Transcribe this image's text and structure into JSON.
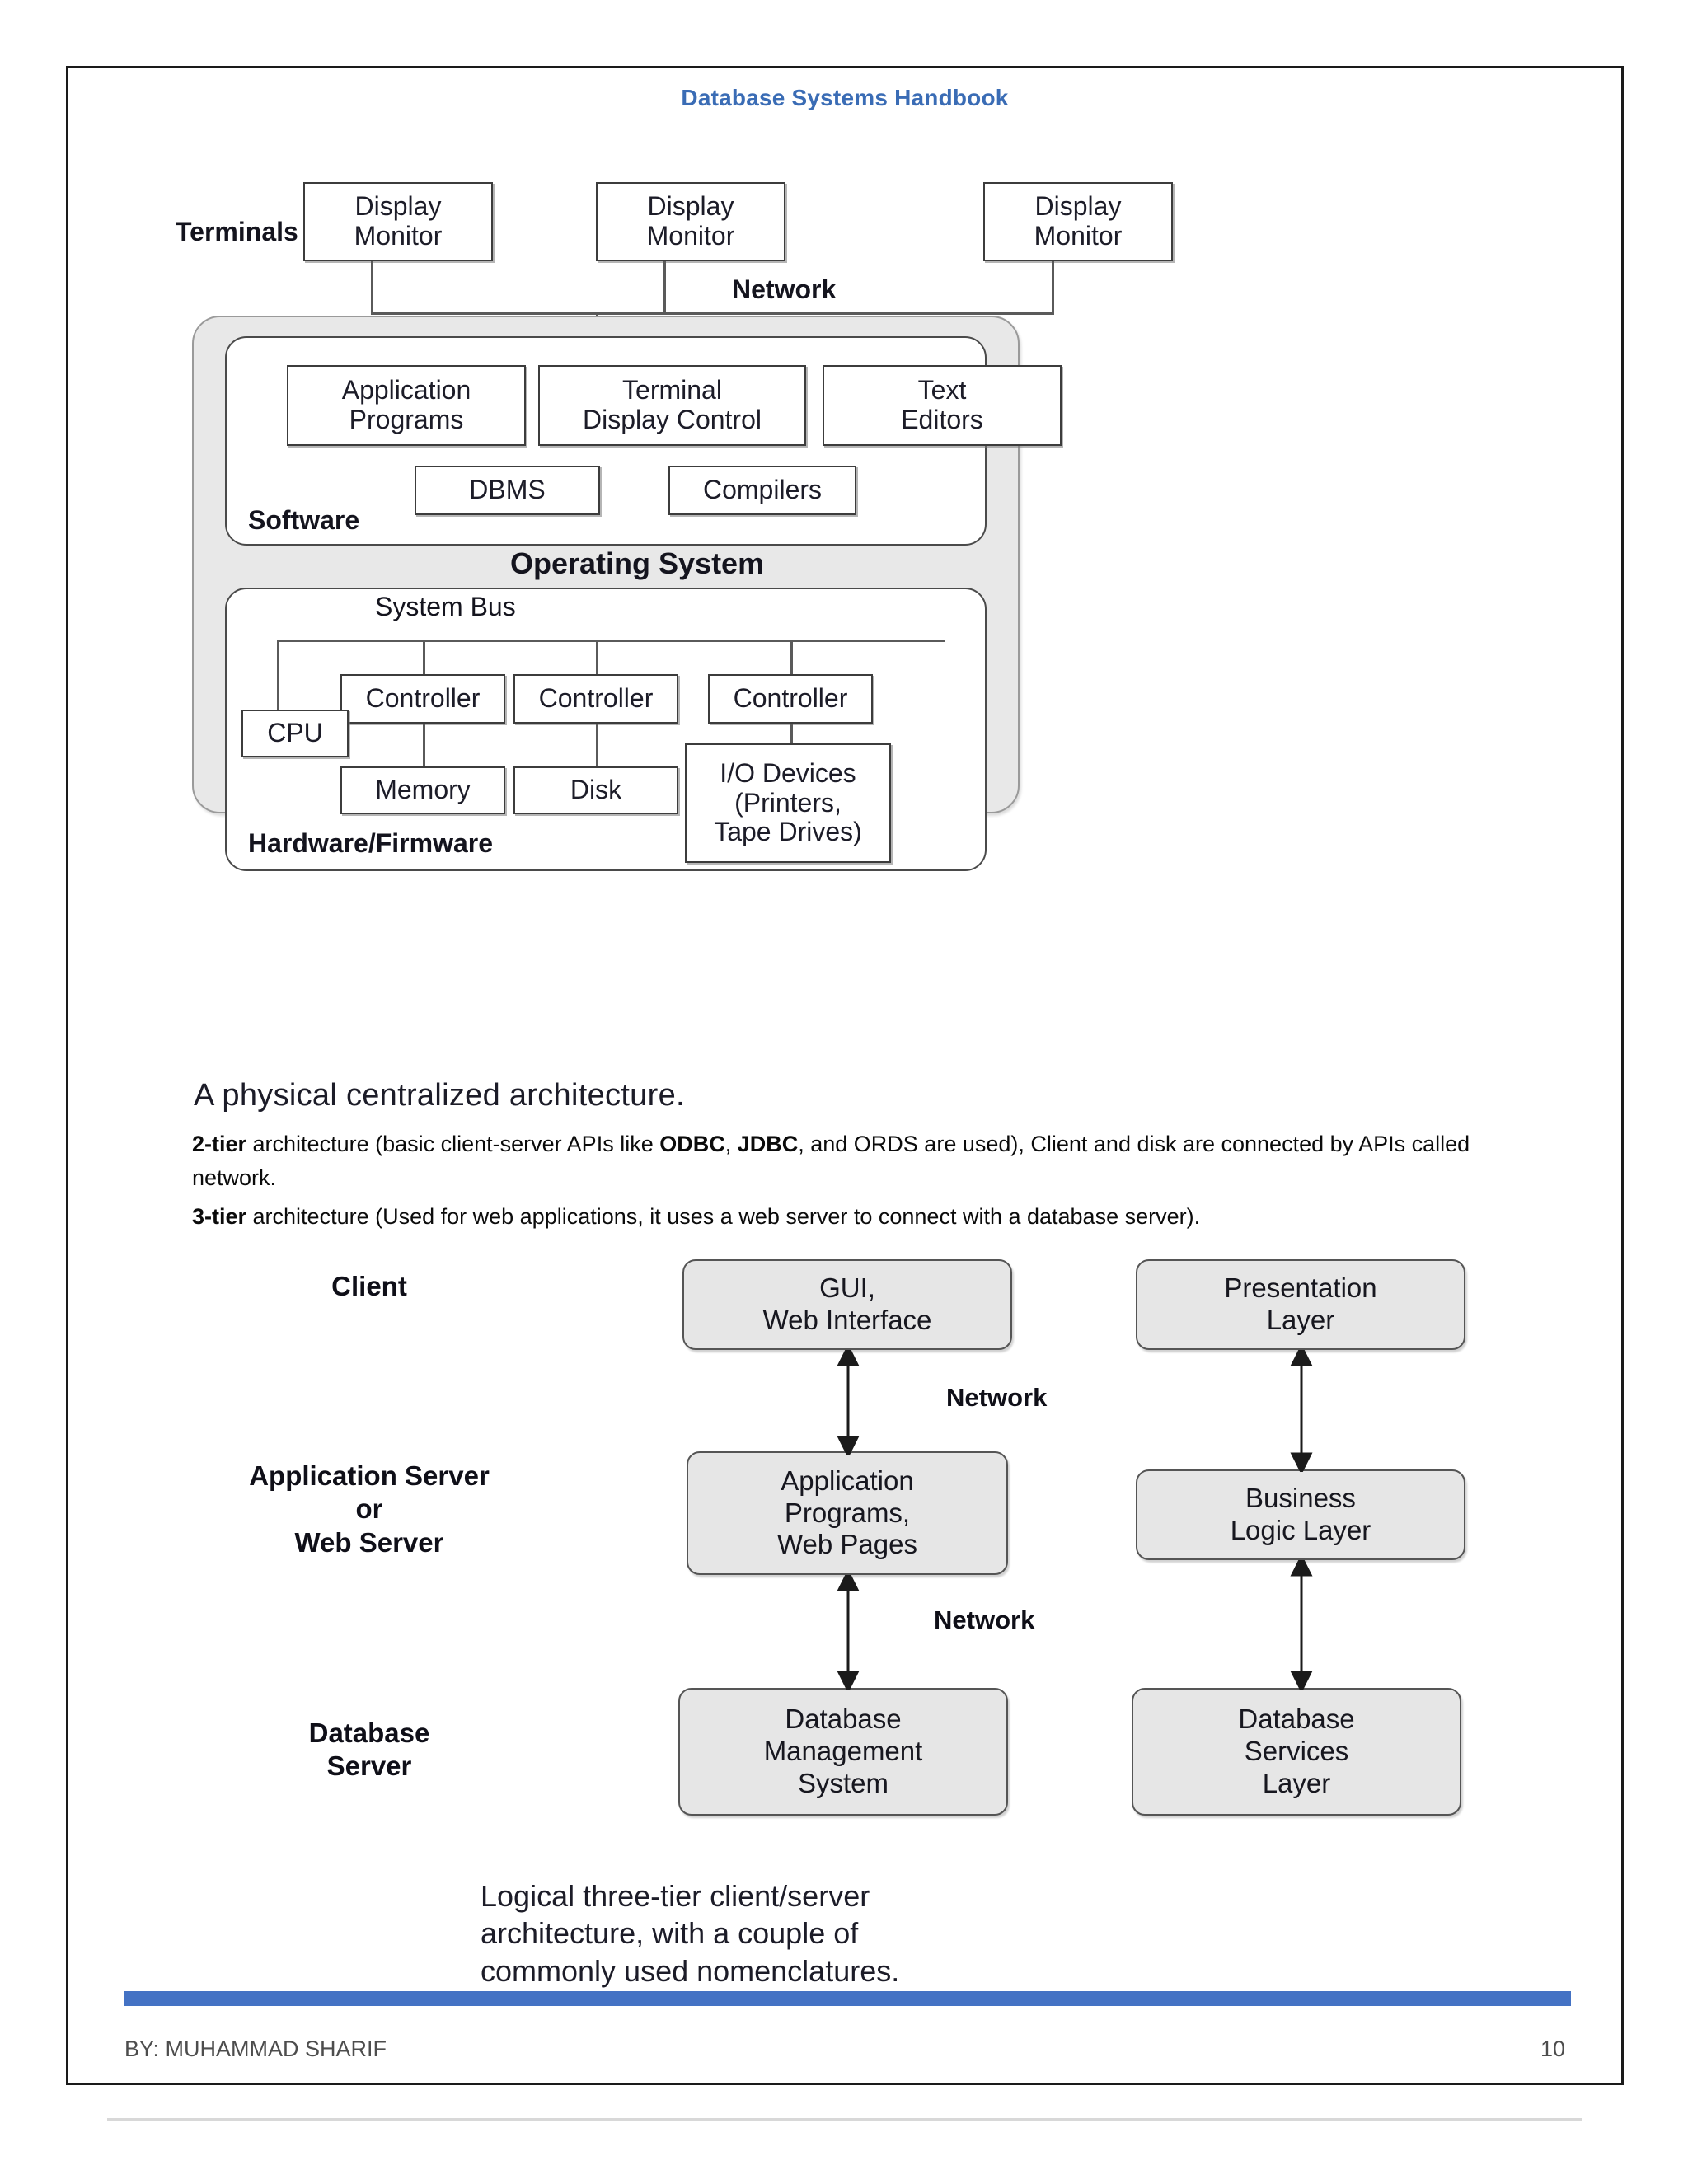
{
  "header": {
    "title": "Database Systems Handbook"
  },
  "figure_centralized": {
    "caption": "A physical centralized architecture.",
    "labels": {
      "terminals": "Terminals",
      "network": "Network",
      "software": "Software",
      "operating_system": "Operating System",
      "system_bus": "System Bus",
      "hardware_firmware": "Hardware/Firmware"
    },
    "terminals": [
      {
        "text": "Display\nMonitor"
      },
      {
        "text": "Display\nMonitor"
      },
      {
        "text": "Display\nMonitor"
      }
    ],
    "software_boxes": [
      {
        "text": "Application\nPrograms"
      },
      {
        "text": "Terminal\nDisplay Control"
      },
      {
        "text": "Text\nEditors"
      },
      {
        "text": "DBMS"
      },
      {
        "text": "Compilers"
      }
    ],
    "hardware_boxes": [
      {
        "text": "CPU"
      },
      {
        "text": "Controller"
      },
      {
        "text": "Controller"
      },
      {
        "text": "Controller"
      },
      {
        "text": "Memory"
      },
      {
        "text": "Disk"
      },
      {
        "text": "I/O Devices\n(Printers,\nTape Drives)"
      }
    ]
  },
  "body": {
    "para1_lead": "2-tier",
    "para1_a": " architecture (basic client-server APIs like ",
    "para1_b1": "ODBC",
    "para1_b2": ", ",
    "para1_b3": "JDBC",
    "para1_c": ", and ORDS are used), Client and disk are connected by APIs called network.",
    "para2_lead": "3-tier",
    "para2_rest": " architecture (Used for web applications, it uses a web server to connect with a database server)."
  },
  "figure_threetier": {
    "caption": "Logical three-tier client/server\narchitecture, with a couple of\ncommonly used nomenclatures.",
    "row_labels": [
      {
        "text": "Client"
      },
      {
        "text": "Application Server\nor\nWeb Server"
      },
      {
        "text": "Database\nServer"
      }
    ],
    "column_left": [
      {
        "text": "GUI,\nWeb Interface"
      },
      {
        "text": "Application\nPrograms,\nWeb Pages"
      },
      {
        "text": "Database\nManagement\nSystem"
      }
    ],
    "column_right": [
      {
        "text": "Presentation\nLayer"
      },
      {
        "text": "Business\nLogic Layer"
      },
      {
        "text": "Database\nServices\nLayer"
      }
    ],
    "network_labels": [
      {
        "text": "Network"
      },
      {
        "text": "Network"
      }
    ]
  },
  "footer": {
    "author": "BY: MUHAMMAD SHARIF",
    "page_number": "10",
    "bar_color": "#4472C4"
  }
}
